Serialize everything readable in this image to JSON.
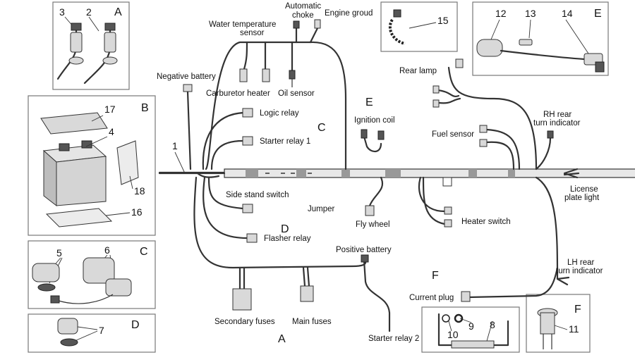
{
  "boxes": {
    "a": {
      "letter": "A",
      "parts": [
        "3",
        "2"
      ]
    },
    "b": {
      "letter": "B",
      "parts": [
        "17",
        "4",
        "18",
        "16"
      ]
    },
    "c": {
      "letter": "C",
      "parts": [
        "5",
        "6"
      ]
    },
    "d": {
      "letter": "D",
      "parts": [
        "7"
      ]
    },
    "e": {
      "letter": "E",
      "parts": [
        "12",
        "13",
        "14"
      ]
    },
    "f": {
      "letter": "F",
      "parts": [
        "11"
      ]
    },
    "clamp": {
      "parts": [
        "15"
      ]
    },
    "battery_cable": {
      "parts": [
        "10",
        "9",
        "8"
      ]
    }
  },
  "main_label": "1",
  "section_letters": {
    "a": "A",
    "c": "C",
    "d": "D",
    "e": "E",
    "f": "F"
  },
  "labels": {
    "automatic_choke": [
      "Automatic",
      "choke"
    ],
    "engine_ground": "Engine groud",
    "water_temperature_sensor": [
      "Water temperature",
      "sensor"
    ],
    "negative_battery": "Negative battery",
    "carburetor_heater": "Carburetor heater",
    "oil_sensor": "Oil sensor",
    "logic_relay": "Logic relay",
    "starter_relay_1": "Starter relay 1",
    "side_stand_switch": "Side stand switch",
    "jumper": "Jumper",
    "flasher_relay": "Flasher relay",
    "positive_battery": "Positive battery",
    "secondary_fuses": "Secondary fuses",
    "main_fuses": "Main fuses",
    "starter_relay_2": "Starter relay 2",
    "rear_lamp": "Rear lamp",
    "ignition_coil": "Ignition coil",
    "fuel_sensor": "Fuel sensor",
    "rh_rear_turn_indicator": [
      "RH rear",
      "turn indicator"
    ],
    "license_plate_light": [
      "License",
      "plate light"
    ],
    "fly_wheel": "Fly wheel",
    "heater_switch": "Heater switch",
    "lh_rear_turn_indicator": [
      "LH rear",
      "turn indicator"
    ],
    "current_plug": "Current plug"
  }
}
